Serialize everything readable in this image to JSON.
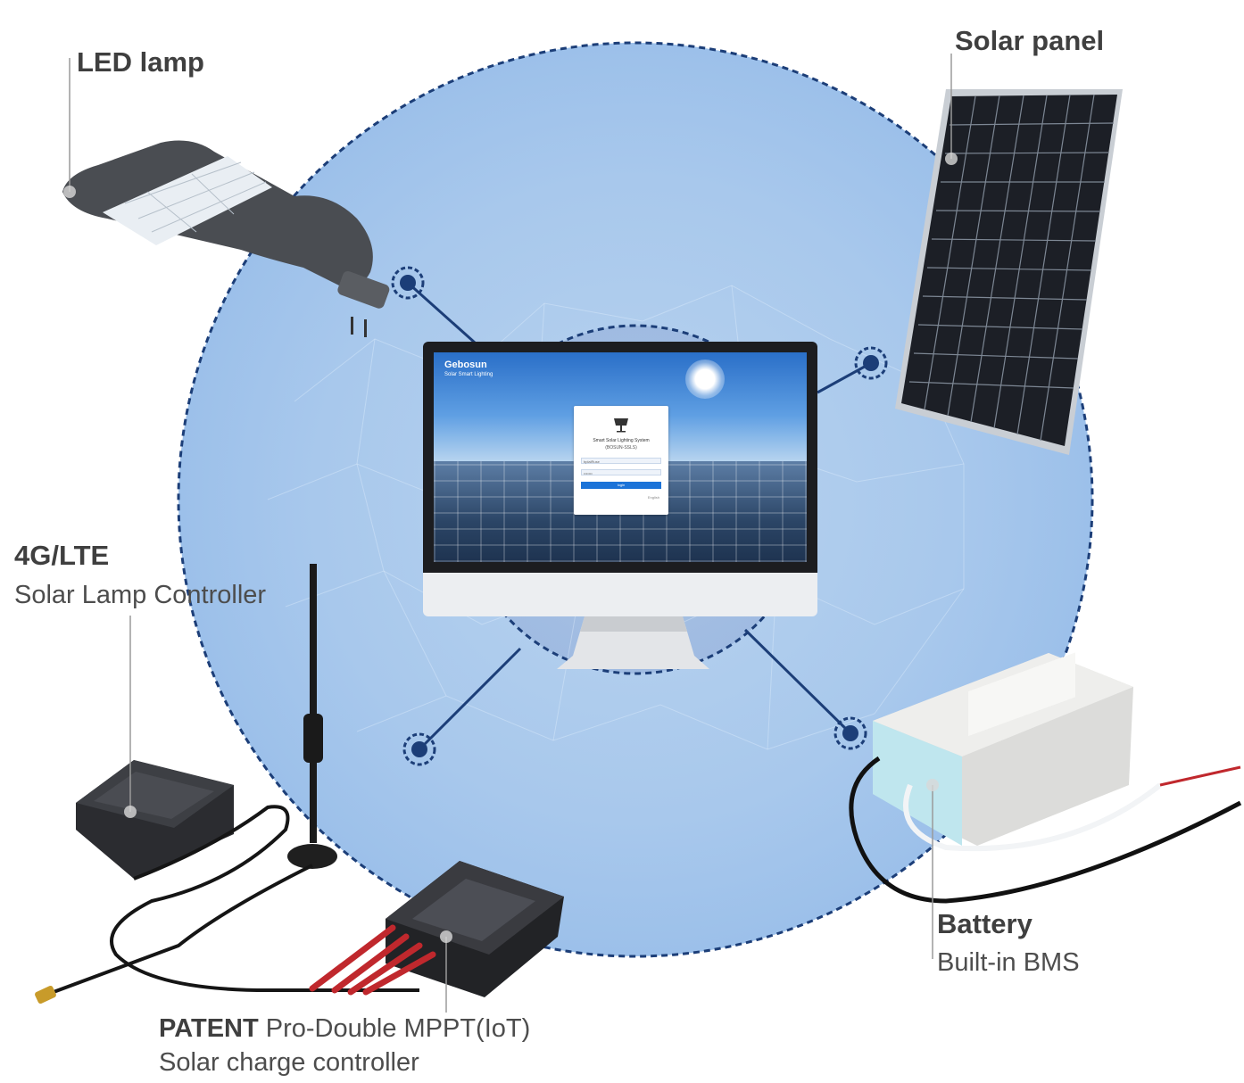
{
  "labels": {
    "led_lamp": "LED lamp",
    "solar_panel": "Solar panel",
    "controller_title": "4G/LTE",
    "controller_subtitle": "Solar Lamp Controller",
    "battery_title": "Battery",
    "battery_subtitle": "Built-in BMS",
    "mppt_bold": "PATENT",
    "mppt_rest": " Pro-Double MPPT(IoT)",
    "mppt_subtitle": "Solar charge controller"
  },
  "screen": {
    "brand": "Gebosun",
    "brand_sub": "Solar Smart Lighting",
    "login_title": "Smart Solar Lighting System",
    "login_subtitle": "(BOSUN-SSLS)",
    "username_value": "bplaiRuse",
    "password_value": "•••••••",
    "login_button": "login",
    "language": "English"
  },
  "colors": {
    "circle_outer": "#a8c6e8",
    "circle_inner": "#9bb6dc",
    "dash": "#1c3e78",
    "node": "#1c3e78"
  }
}
